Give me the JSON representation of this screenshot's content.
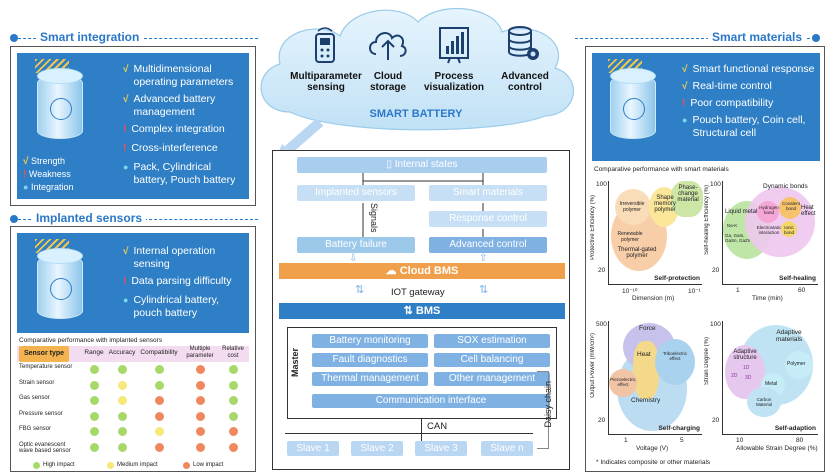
{
  "cloud": {
    "items": [
      {
        "label_1": "Multiparameter",
        "label_2": "sensing",
        "icon": "remote-sensor-icon"
      },
      {
        "label_1": "Cloud",
        "label_2": "storage",
        "icon": "cloud-upload-icon"
      },
      {
        "label_1": "Process",
        "label_2": "visualization",
        "icon": "bar-chart-icon"
      },
      {
        "label_1": "Advanced",
        "label_2": "control",
        "icon": "database-gear-icon"
      }
    ],
    "title": "SMART BATTERY"
  },
  "smart_integration": {
    "heading": "Smart integration",
    "items": [
      {
        "mark": "√",
        "text": "Multidimensional operating parameters"
      },
      {
        "mark": "√",
        "text": "Advanced battery management"
      },
      {
        "mark": "!",
        "text": "Complex integration"
      },
      {
        "mark": "!",
        "text": "Cross-interference"
      },
      {
        "mark": "●",
        "text": "Pack, Cylindrical battery, Pouch battery"
      }
    ],
    "legend": {
      "strength": "Strength",
      "weakness": "Weakness",
      "integration": "Integration",
      "strength_mark": "√",
      "weakness_mark": "!",
      "integration_mark": "●"
    }
  },
  "implanted_sensors": {
    "heading": "Implanted sensors",
    "items": [
      {
        "mark": "√",
        "text": "Internal operation sensing"
      },
      {
        "mark": "!",
        "text": "Data parsing difficulty"
      },
      {
        "mark": "●",
        "text": "Cylindrical battery, pouch battery"
      }
    ],
    "table_title": "Comparative performance with implanted sensors",
    "columns": [
      "Sensor type",
      "Range",
      "Accuracy",
      "Compatibility",
      "Multiple parameter",
      "Relative cost"
    ],
    "rows": [
      {
        "name": "Temperature sensor",
        "impacts": [
          "hi",
          "hi",
          "hi",
          "lo",
          "hi"
        ]
      },
      {
        "name": "Strain sensor",
        "impacts": [
          "hi",
          "md",
          "hi",
          "lo",
          "hi"
        ]
      },
      {
        "name": "Gas sensor",
        "impacts": [
          "hi",
          "md",
          "lo",
          "lo",
          "hi"
        ]
      },
      {
        "name": "Pressure sensor",
        "impacts": [
          "hi",
          "hi",
          "lo",
          "lo",
          "hi"
        ]
      },
      {
        "name": "FBG sensor",
        "impacts": [
          "hi",
          "hi",
          "md",
          "lo",
          "lo"
        ]
      },
      {
        "name": "Optic evanescent wave based sensor",
        "impacts": [
          "hi",
          "hi",
          "lo",
          "lo",
          "lo"
        ]
      }
    ],
    "legend": {
      "high": "High impact",
      "medium": "Medium impact",
      "low": "Low impact"
    }
  },
  "smart_materials": {
    "heading": "Smart materials",
    "items": [
      {
        "mark": "√",
        "text": "Smart functional response"
      },
      {
        "mark": "√",
        "text": "Real-time control"
      },
      {
        "mark": "!",
        "text": "Poor compatibility"
      },
      {
        "mark": "●",
        "text": "Pouch battery, Coin cell, Structural cell"
      }
    ],
    "chart_title": "Comparative performance with smart materials",
    "note": "* Indicates composite or other materials",
    "panels": [
      {
        "title": "Self-protection",
        "ylabel": "Protective Efficiency (%)",
        "xlabel": "Dimension (m)",
        "yticks": [
          "100",
          "20"
        ],
        "xticks": [
          "10⁻¹⁰",
          "10⁻¹"
        ],
        "regions": [
          "Irreversible polymer",
          "Shape memory polymer",
          "Phase-change material",
          "Renewable polymer",
          "Thermal-gated polymer"
        ]
      },
      {
        "title": "Self-healing",
        "ylabel": "Self-healing Efficiency (%)",
        "xlabel": "Time (min)",
        "yticks": [
          "100",
          "20"
        ],
        "xticks": [
          "1",
          "60"
        ],
        "regions": [
          "Dynamic bonds",
          "Liquid metal",
          "Hydrogen bond",
          "Covalent bond",
          "Heat effect",
          "Na-K",
          "Ga, GaIn, GaSn, GaZn",
          "Electrostatic interaction",
          "Ionic bond"
        ]
      },
      {
        "title": "Self-charging",
        "ylabel": "Output Power (mW/cm²)",
        "xlabel": "Voltage (V)",
        "yticks": [
          "500",
          "20"
        ],
        "xticks": [
          "1",
          "5"
        ],
        "regions": [
          "Force",
          "Heat",
          "Triboelectric effect",
          "Piezoelectric effect",
          "Chemistry"
        ]
      },
      {
        "title": "Self-adaption",
        "ylabel": "Strain Degree (%)",
        "xlabel": "Allowable Strain Degree (%)",
        "yticks": [
          "100",
          "20"
        ],
        "xticks": [
          "10",
          "80"
        ],
        "regions": [
          "Adaptive materials",
          "Adaptive structure",
          "Polymer",
          "Metal",
          "Carbon Material",
          "2D",
          "3D",
          "1D"
        ]
      }
    ]
  },
  "center": {
    "internal_states": "Internal states",
    "implanted_sensors": "Implanted sensors",
    "smart_materials": "Smart materials",
    "signals": "Signals",
    "response_control": "Response control",
    "battery_failure": "Battery failure",
    "advanced_control": "Advanced control",
    "cloud_bms": "Cloud BMS",
    "iot_gateway": "IOT gateway",
    "bms": "BMS",
    "master": "Master",
    "modules": [
      "Battery monitoring",
      "SOX estimation",
      "Fault diagnostics",
      "Cell balancing",
      "Thermal management",
      "Other management"
    ],
    "comm": "Communication interface",
    "can": "CAN",
    "daisy": "Daisy chain",
    "slaves": [
      "Slave 1",
      "Slave 2",
      "Slave 3",
      "Slave n"
    ]
  },
  "colors": {
    "accent": "#2f7fc6",
    "orange": "#f0a04a",
    "heading": "#2a78c8"
  }
}
